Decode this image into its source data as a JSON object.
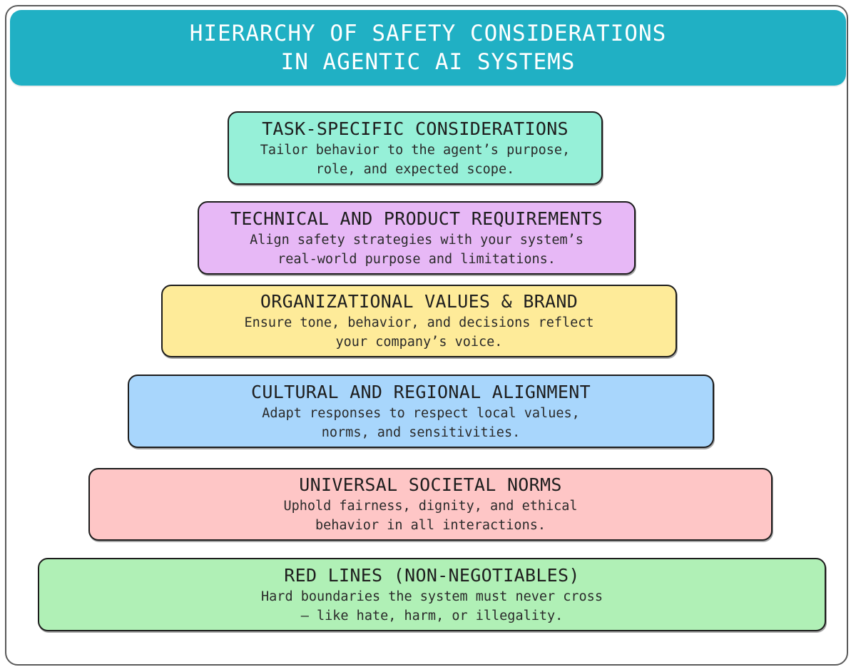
{
  "title": {
    "line1": "HIERARCHY OF SAFETY CONSIDERATIONS",
    "line2": "IN AGENTIC AI SYSTEMS"
  },
  "colors": {
    "banner": "#20b0c4",
    "tier1": "#96f0d8",
    "tier2": "#e7b8f6",
    "tier3": "#feeb99",
    "tier4": "#a8d6fc",
    "tier5": "#fec6c6",
    "tier6": "#b0f0b6"
  },
  "tiers": [
    {
      "title": "TASK-SPECIFIC CONSIDERATIONS",
      "desc1": "Tailor behavior to the agent’s purpose,",
      "desc2": "role, and expected scope."
    },
    {
      "title": "TECHNICAL AND PRODUCT REQUIREMENTS",
      "desc1": "Align safety strategies with your system’s",
      "desc2": "real-world purpose and limitations."
    },
    {
      "title": "ORGANIZATIONAL VALUES & BRAND",
      "desc1": "Ensure tone, behavior, and decisions reflect",
      "desc2": "your company’s voice."
    },
    {
      "title": "CULTURAL AND REGIONAL ALIGNMENT",
      "desc1": "Adapt responses to respect local values,",
      "desc2": "norms, and sensitivities."
    },
    {
      "title": "UNIVERSAL SOCIETAL NORMS",
      "desc1": "Uphold fairness, dignity, and ethical",
      "desc2": "behavior in all interactions."
    },
    {
      "title": "RED LINES (NON-NEGOTIABLES)",
      "desc1": "Hard boundaries the system must never cross",
      "desc2": "– like hate, harm, or illegality."
    }
  ]
}
